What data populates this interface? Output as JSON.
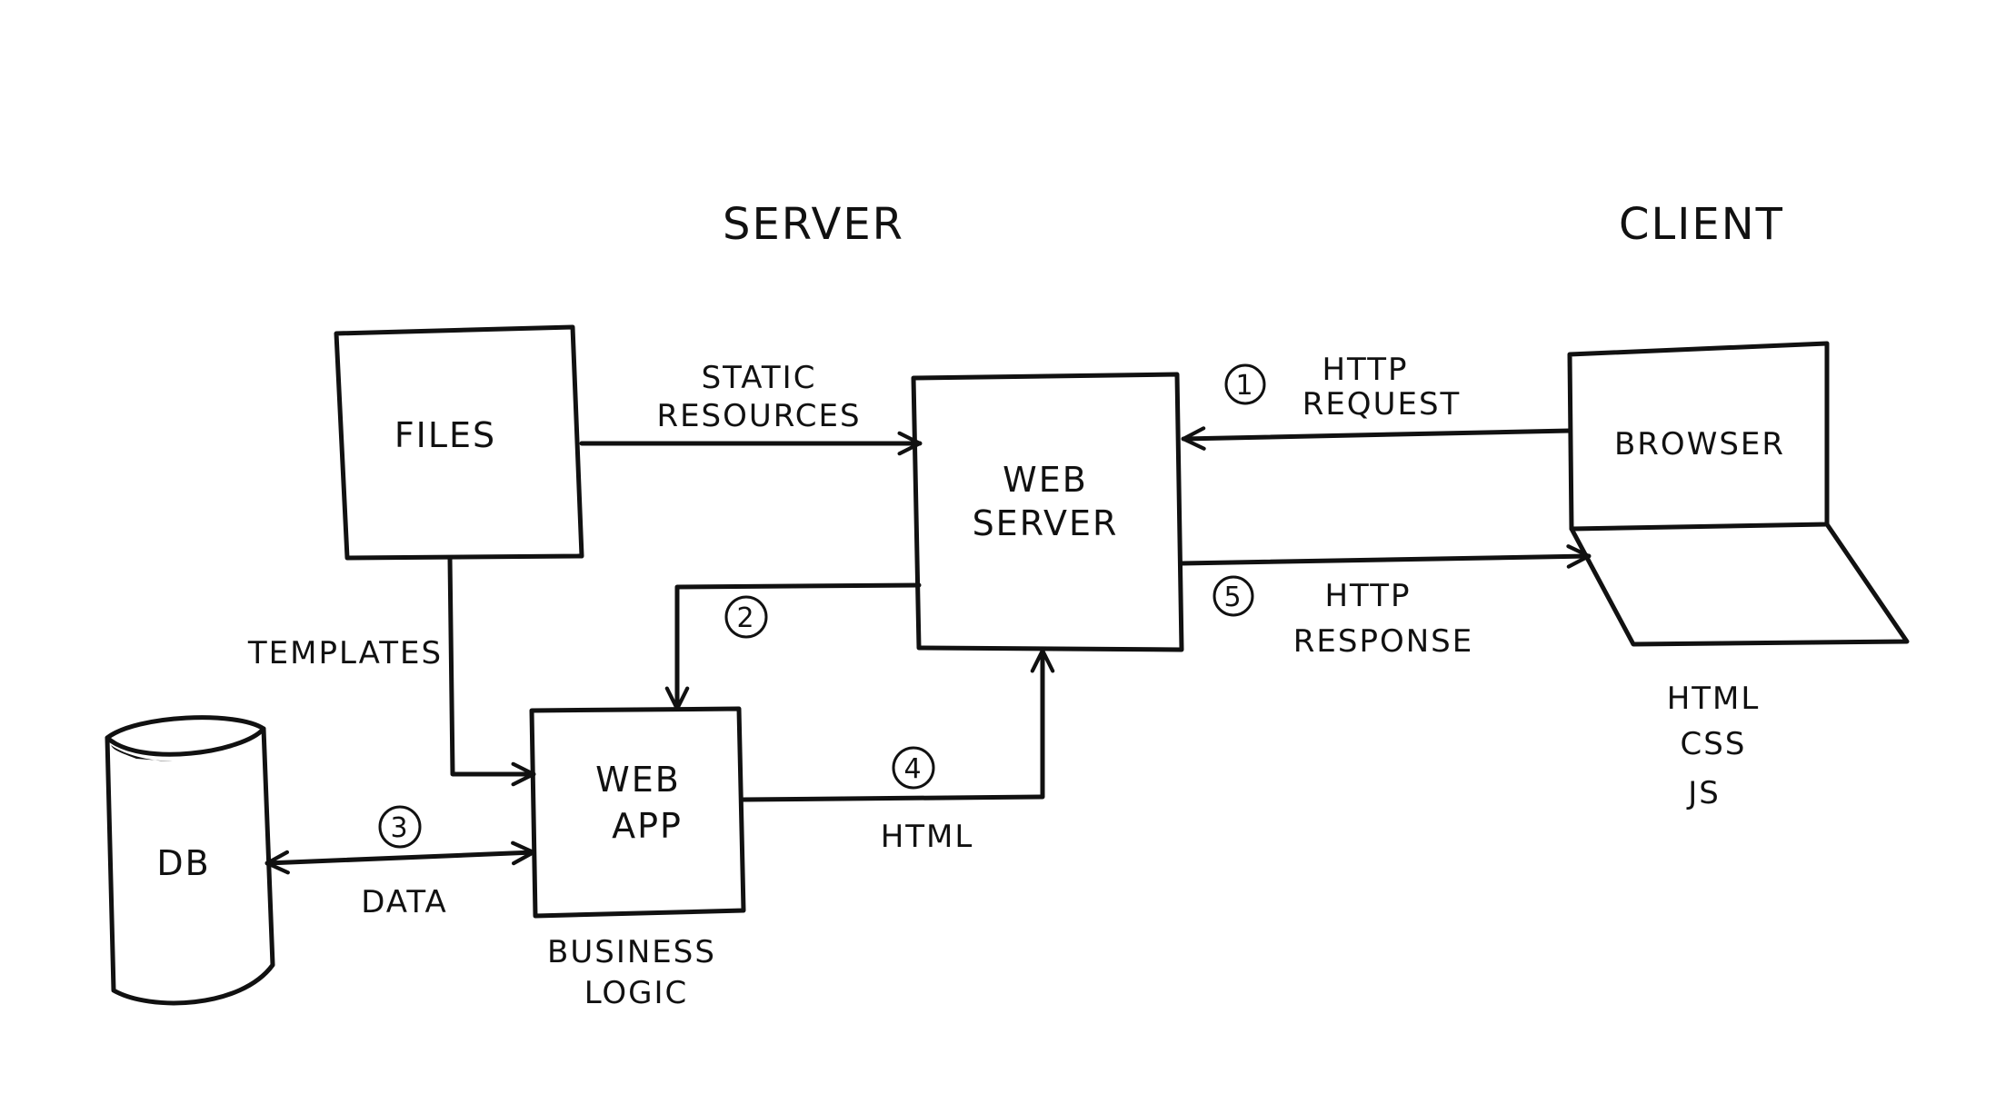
{
  "headings": {
    "server": "SERVER",
    "client": "CLIENT"
  },
  "nodes": {
    "files": "FILES",
    "web_server_line1": "WEB",
    "web_server_line2": "SERVER",
    "browser": "BROWSER",
    "db": "DB",
    "web_app_line1": "WEB",
    "web_app_line2": "APP"
  },
  "edges": {
    "static_line1": "STATIC",
    "static_line2": "RESOURCES",
    "request_line1": "HTTP",
    "request_line2": "REQUEST",
    "response_line1": "HTTP",
    "response_line2": "RESPONSE",
    "templates": "TEMPLATES",
    "data": "DATA",
    "html": "HTML"
  },
  "steps": {
    "s1": "1",
    "s2": "2",
    "s3": "3",
    "s4": "4",
    "s5": "5"
  },
  "annotations": {
    "business_line1": "BUSINESS",
    "business_line2": "LOGIC",
    "client_tech1": "HTML",
    "client_tech2": "CSS",
    "client_tech3": "JS"
  }
}
